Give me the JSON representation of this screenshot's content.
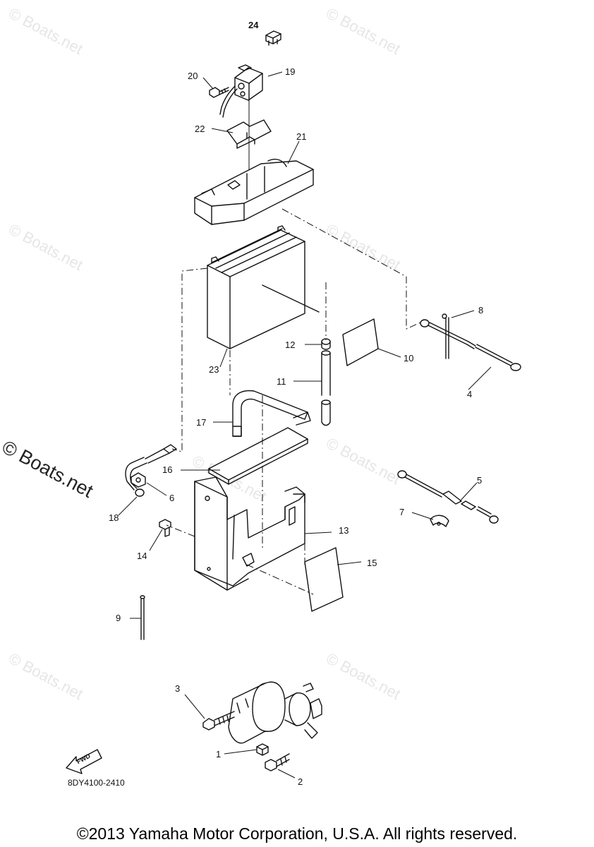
{
  "watermarks": [
    "© Boats.net",
    "© Boats.net",
    "© Boats.net",
    "© Boats.net",
    "© Boats.net",
    "© Boats.net",
    "© Boats.net",
    "© Boats.net"
  ],
  "side_watermark": "© Boats.net",
  "callouts": [
    {
      "id": "24",
      "text": "24",
      "bold": true
    },
    {
      "id": "19",
      "text": "19"
    },
    {
      "id": "20",
      "text": "20"
    },
    {
      "id": "22",
      "text": "22"
    },
    {
      "id": "21",
      "text": "21"
    },
    {
      "id": "8",
      "text": "8"
    },
    {
      "id": "12",
      "text": "12"
    },
    {
      "id": "10",
      "text": "10"
    },
    {
      "id": "23",
      "text": "23"
    },
    {
      "id": "11",
      "text": "11"
    },
    {
      "id": "4",
      "text": "4"
    },
    {
      "id": "17",
      "text": "17"
    },
    {
      "id": "16",
      "text": "16"
    },
    {
      "id": "6",
      "text": "6"
    },
    {
      "id": "18",
      "text": "18"
    },
    {
      "id": "5",
      "text": "5"
    },
    {
      "id": "7",
      "text": "7"
    },
    {
      "id": "13",
      "text": "13"
    },
    {
      "id": "14",
      "text": "14"
    },
    {
      "id": "15",
      "text": "15"
    },
    {
      "id": "9",
      "text": "9"
    },
    {
      "id": "3",
      "text": "3"
    },
    {
      "id": "1",
      "text": "1"
    },
    {
      "id": "2",
      "text": "2"
    }
  ],
  "fwd_label": "FWD",
  "diagram_code": "8DY4100-2410",
  "copyright": "©2013 Yamaha Motor Corporation, U.S.A. All rights reserved."
}
